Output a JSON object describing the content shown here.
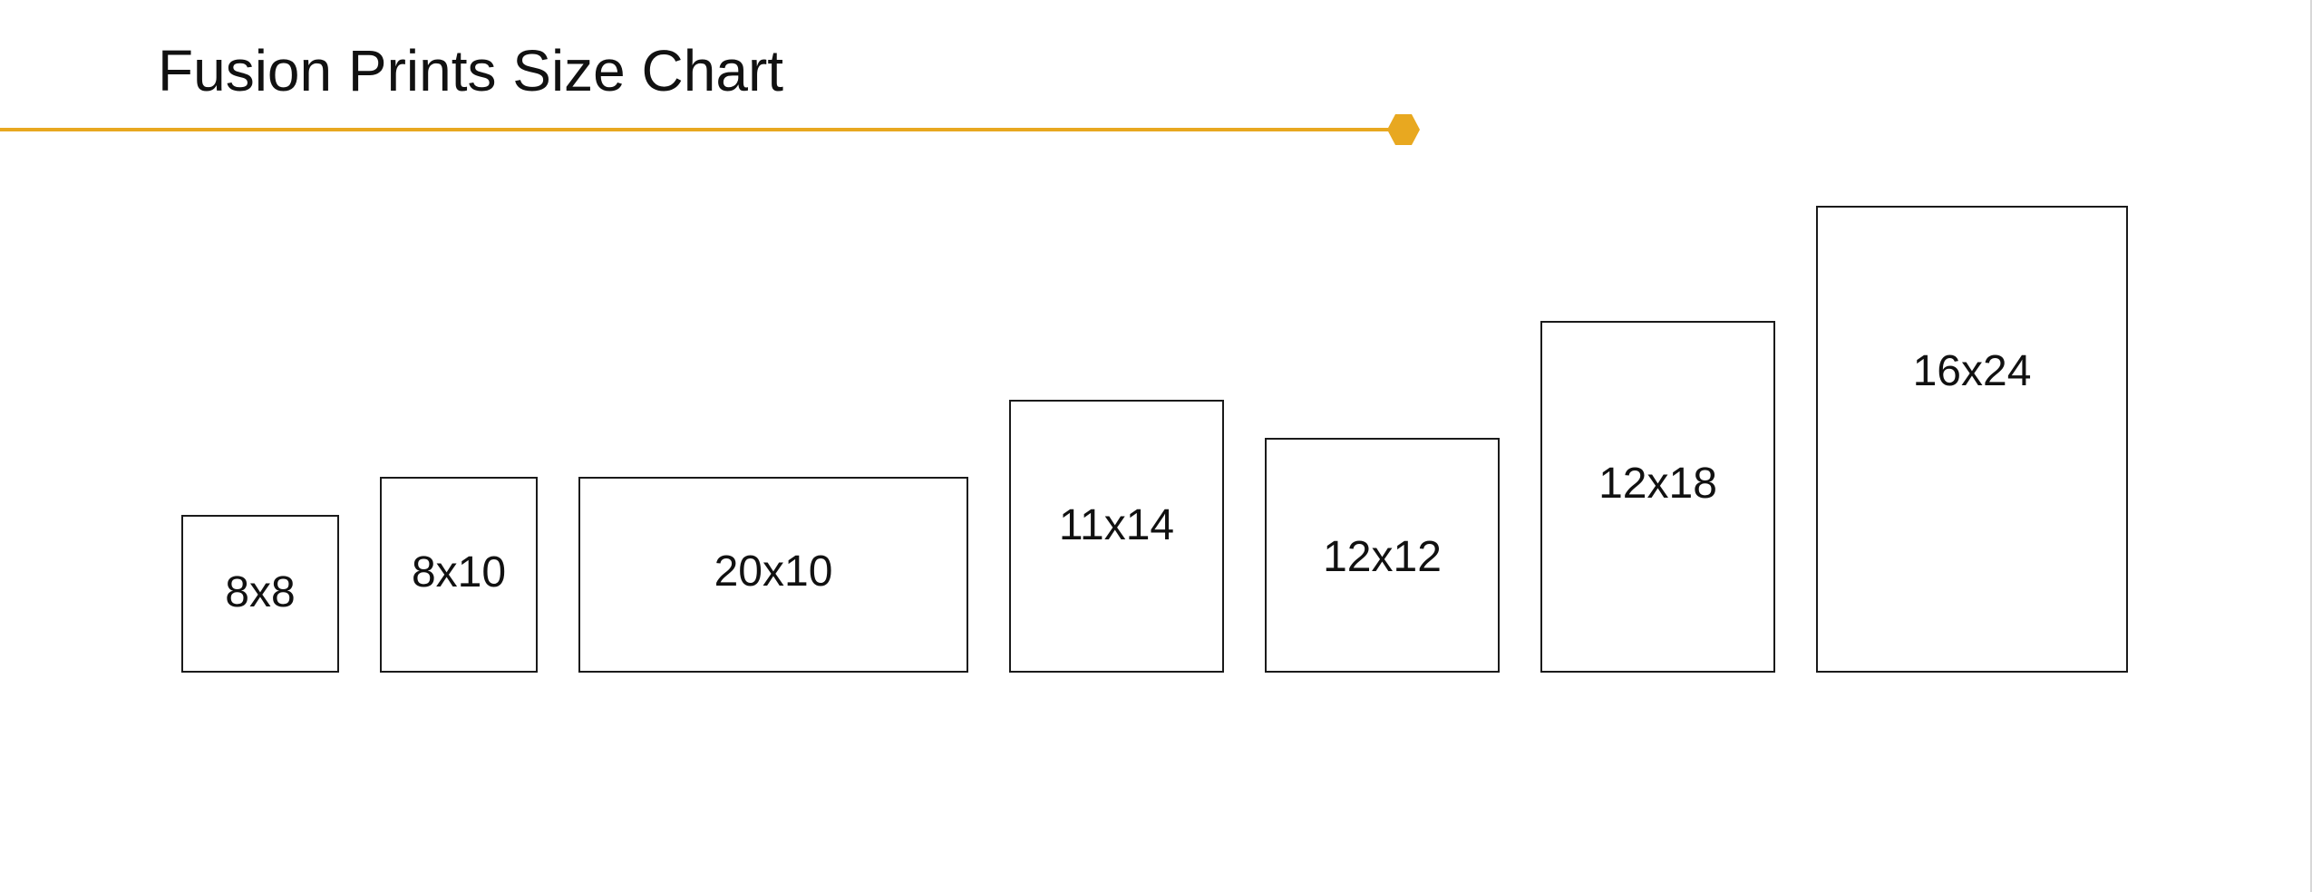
{
  "header": {
    "title": "Fusion Prints Size Chart"
  },
  "colors": {
    "accent": "#E8A820",
    "box_border": "#1A1A1A",
    "text": "#111111"
  },
  "sizes": [
    {
      "label": "8x8",
      "width_in": 8,
      "height_in": 8
    },
    {
      "label": "8x10",
      "width_in": 8,
      "height_in": 10
    },
    {
      "label": "20x10",
      "width_in": 20,
      "height_in": 10
    },
    {
      "label": "11x14",
      "width_in": 11,
      "height_in": 14
    },
    {
      "label": "12x12",
      "width_in": 12,
      "height_in": 12
    },
    {
      "label": "12x18",
      "width_in": 12,
      "height_in": 18
    },
    {
      "label": "16x24",
      "width_in": 16,
      "height_in": 24
    }
  ]
}
